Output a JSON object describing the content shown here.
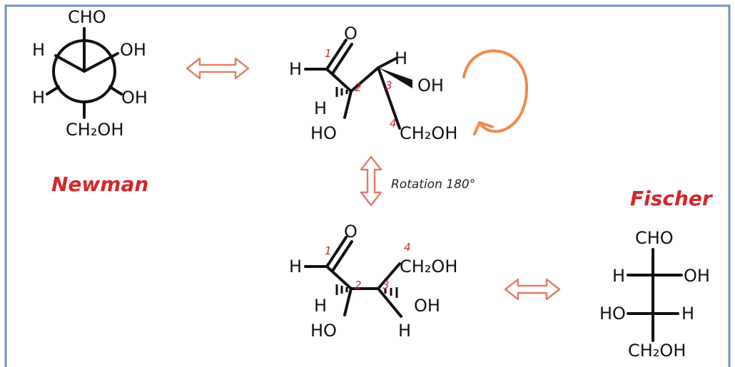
{
  "newman": {
    "title": "Newman",
    "front": {
      "top": "CHO",
      "left": "H",
      "right": "OH"
    },
    "back": {
      "left": "H",
      "right": "OH",
      "bottom": "CH₂OH"
    }
  },
  "zigzag_top": {
    "h1": "H",
    "h2": "H",
    "ho2": "HO",
    "h3": "H",
    "oh3": "OH",
    "ch2oh4": "CH₂OH",
    "o1": "O",
    "n1": "1",
    "n2": "2",
    "n3": "3",
    "n4": "4"
  },
  "rotation": {
    "label": "Rotation 180°"
  },
  "zigzag_bottom": {
    "h1": "H",
    "o1": "O",
    "h2": "H",
    "ho2": "HO",
    "oh3": "OH",
    "h3": "H",
    "ch2oh4": "CH₂OH",
    "n1": "1",
    "n2": "2",
    "n3": "3",
    "n4": "4"
  },
  "fischer": {
    "title": "Fischer",
    "top": "CHO",
    "r1_left": "H",
    "r1_right": "OH",
    "r2_left": "HO",
    "r2_right": "H",
    "bottom": "CH₂OH"
  },
  "colors": {
    "frame": "#6f8fc9",
    "accent": "#d6262b",
    "arrow": "#e07f6a",
    "curve": "#f08a4b"
  }
}
